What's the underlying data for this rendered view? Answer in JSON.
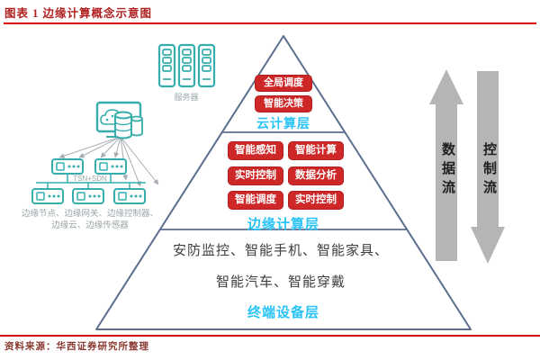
{
  "header": {
    "title": "图表 1 边缘计算概念示意图"
  },
  "footer": {
    "source": "资料来源：华西证券研究所整理"
  },
  "left_panel": {
    "server_label": "服务器",
    "network_label": "TSN+SDN",
    "edge_devices_line1": "边缘节点、边缘网关、边缘控制器、",
    "edge_devices_line2": "边缘云、边缘传感器"
  },
  "pyramid": {
    "cloud_layer": {
      "label": "云计算层",
      "buttons": [
        "全局调度",
        "智能决策"
      ]
    },
    "edge_layer": {
      "label": "边缘计算层",
      "buttons": [
        "智能感知",
        "智能计算",
        "实时控制",
        "数据分析",
        "智能调度",
        "实时控制"
      ]
    },
    "terminal_layer": {
      "label": "终端设备层",
      "line1": "安防监控、智能手机、智能家具、",
      "line2": "智能汽车、智能穿戴"
    }
  },
  "flows": {
    "up_arrow": "数据流",
    "down_arrow": "控制流"
  },
  "colors": {
    "accent_red_button": "#ce2727",
    "layer_label_cyan": "#29c3f6",
    "icon_teal": "#35aead",
    "pyramid_outline": "#5c6e8e",
    "flow_arrow_gray": "#b5b5b5",
    "title_red": "#b02020",
    "rule_red": "#e30000"
  }
}
